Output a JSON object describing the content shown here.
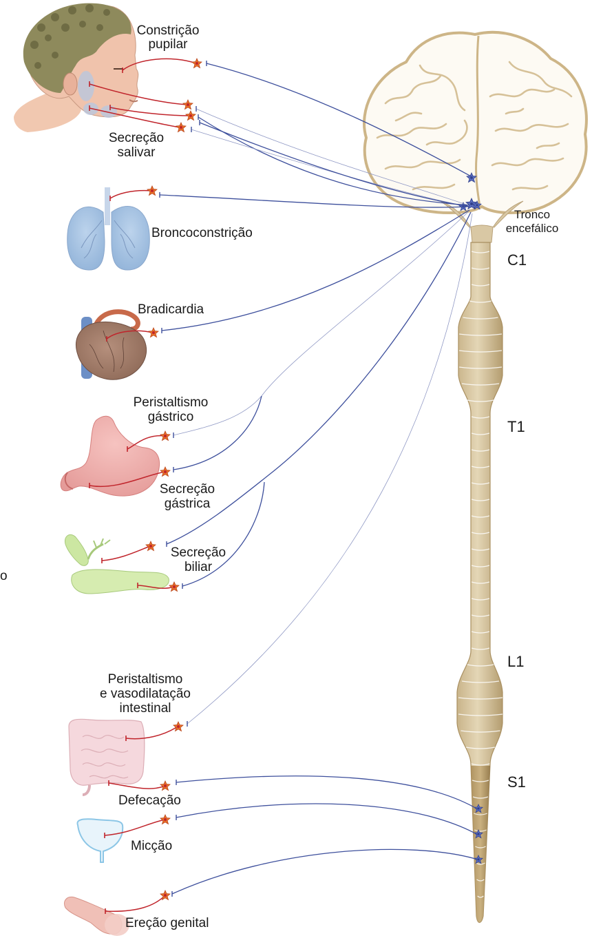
{
  "labels": {
    "constricao_1": "Constrição",
    "constricao_2": "pupilar",
    "secrecao_salivar_1": "Secreção",
    "secrecao_salivar_2": "salivar",
    "broncoconstricao": "Broncoconstrição",
    "bradicardia": "Bradicardia",
    "peristaltismo_gastrico_1": "Peristaltismo",
    "peristaltismo_gastrico_2": "gástrico",
    "secrecao_gastrica_1": "Secreção",
    "secrecao_gastrica_2": "gástrica",
    "secrecao_biliar_1": "Secreção",
    "secrecao_biliar_2": "biliar",
    "peristaltismo_intestinal_1": "Peristaltismo",
    "peristaltismo_intestinal_2": "e vasodilatação",
    "peristaltismo_intestinal_3": "intestinal",
    "defecacao": "Defecação",
    "miccao": "Micção",
    "erecao_genital": "Ereção genital",
    "tronco_1": "Tronco",
    "tronco_2": "encefálico",
    "edge_fragment": "o"
  },
  "spinal_levels": [
    "C1",
    "T1",
    "L1",
    "S1"
  ],
  "colors": {
    "preganglionic": "#3d4f9c",
    "postganglionic": "#c0242b",
    "ganglion": "#e8702a",
    "cns_neuron": "#5a6cc0",
    "cord": "#d9c8a4",
    "brain_outline": "#cdb587"
  },
  "icons": [
    "head-icon",
    "lungs-icon",
    "heart-icon",
    "stomach-icon",
    "gallbladder-pancreas-icon",
    "intestine-icon",
    "bladder-icon",
    "penis-icon",
    "brain-icon",
    "spinal-cord-icon"
  ]
}
